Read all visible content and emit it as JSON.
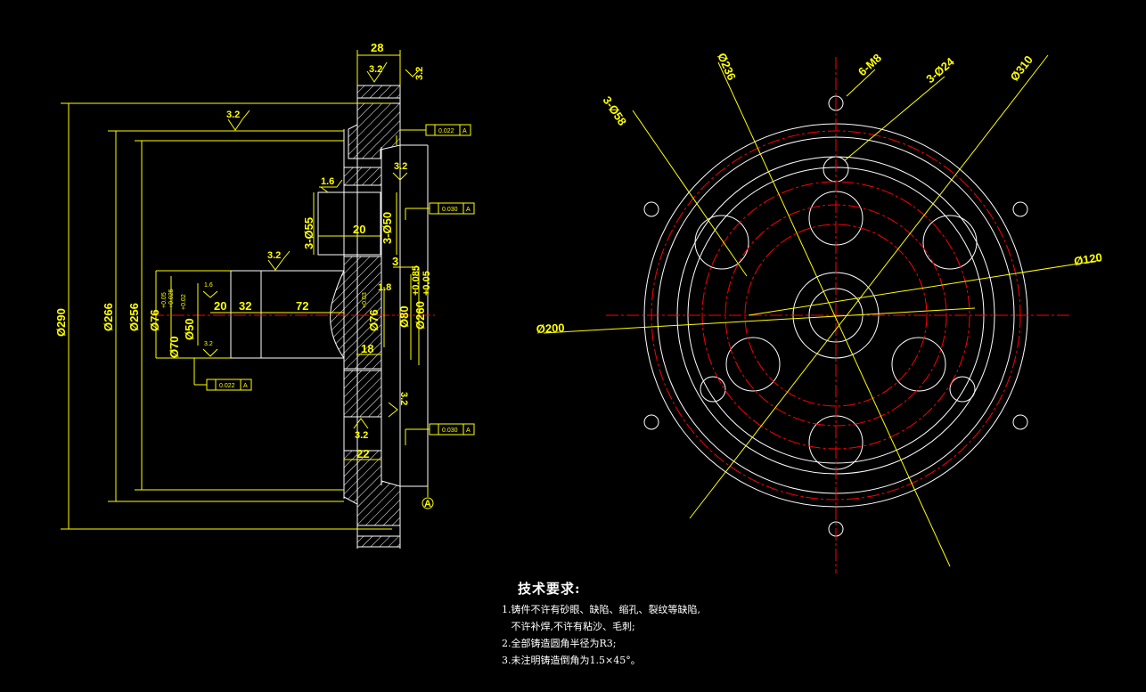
{
  "colors": {
    "dimension": "#ffff00",
    "outline": "#ffffff",
    "centerline": "#ff0000",
    "background": "#000000"
  },
  "section_view": {
    "dims": {
      "d28": "28",
      "r32_top_a": "3.2",
      "r32_top_b": "3.2",
      "r32_flange": "3.2",
      "r32_right": "3.2",
      "r16_hole": "1.6",
      "phi55": "3-Ø55",
      "d20_hole": "20",
      "phi50": "3-Ø50",
      "r32_hub": "3.2",
      "d3": "3",
      "r18": "1.8",
      "phi290": "Ø290",
      "phi266": "Ø266",
      "phi256": "Ø256",
      "phi76": "Ø76",
      "phi70": "Ø70",
      "tol70_up": "+0.05",
      "tol70_low": "+0.025",
      "phi50_bore": "Ø50",
      "tol50": "+0.02",
      "r16_bore": "1.6",
      "r32_bore": "3.2",
      "d20_bore": "20",
      "d32": "32",
      "d72": "72",
      "phi76_b": "Ø76",
      "tol76": "+0.03",
      "phi80": "Ø80",
      "phi260": "Ø260",
      "tol260_up": "+0.085",
      "tol260_low": "+0.05",
      "d18": "18",
      "r32_lower_right": "3.2",
      "r32_lower": "3.2",
      "d22": "22",
      "datum": "A"
    },
    "fcf": {
      "runout_top_val": "0.022",
      "runout_top_ref": "A",
      "flat_top_val": "0.030",
      "flat_top_ref": "A",
      "runout_bore_val": "0.022",
      "runout_bore_ref": "A",
      "flat_low_val": "0.030",
      "flat_low_ref": "A"
    }
  },
  "plan_view": {
    "labels": {
      "phi236": "Ø236",
      "m8": "6-M8",
      "phi24": "3-Ø24",
      "phi310": "Ø310",
      "phi58": "3-Ø58",
      "phi120": "Ø120",
      "phi200": "Ø200"
    }
  },
  "notes": {
    "title": "技术要求:",
    "items": [
      "1.铸件不许有砂眼、缺陷、缩孔、裂纹等缺陷,",
      "   不许补焊,不许有粘沙、毛刺;",
      "2.全部铸造圆角半径为R3;",
      "3.未注明铸造倒角为1.5×45°。"
    ]
  }
}
